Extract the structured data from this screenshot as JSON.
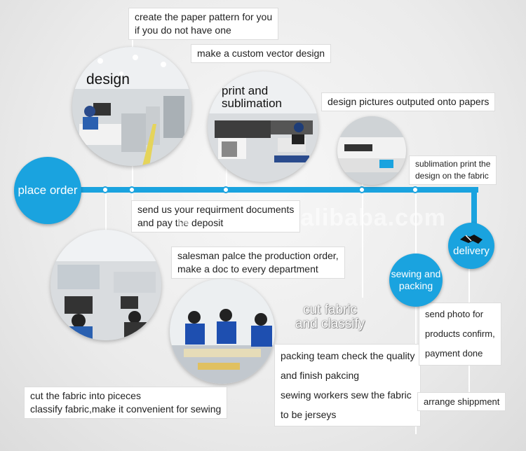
{
  "notes": {
    "create_pattern": "create the paper pattern for you\nif you do not have one",
    "custom_vector": "make a custom vector design",
    "design_pictures": "design pictures outputed onto papers",
    "sublimation_print": "sublimation print the\ndesign on the fabric",
    "send_docs": "send us your requirment documents\nand pay the deposit",
    "salesman": "salesman palce the production order,\nmake a doc to every department",
    "packing_team": "packing team check the quality\nand finish pakcing\nsewing workers sew the fabric\nto be jerseys",
    "send_photo": "send photo for\nproducts confirm,\npayment done",
    "arrange": "arrange shippment",
    "cut_fabric": "cut the fabric into piceces\nclassify fabric,make it convenient for sewing"
  },
  "labels": {
    "design": "design",
    "print": "print and\nsublimation",
    "cut": "cut fabric\nand classify"
  },
  "bubbles": {
    "place_order": "place order",
    "sewing": "sewing and\npacking",
    "delivery": "delivery"
  },
  "watermark": "u              .alibaba.com",
  "colors": {
    "accent": "#1aa3df",
    "line": "#1aa3df"
  },
  "icons": [
    "handshake-icon"
  ]
}
